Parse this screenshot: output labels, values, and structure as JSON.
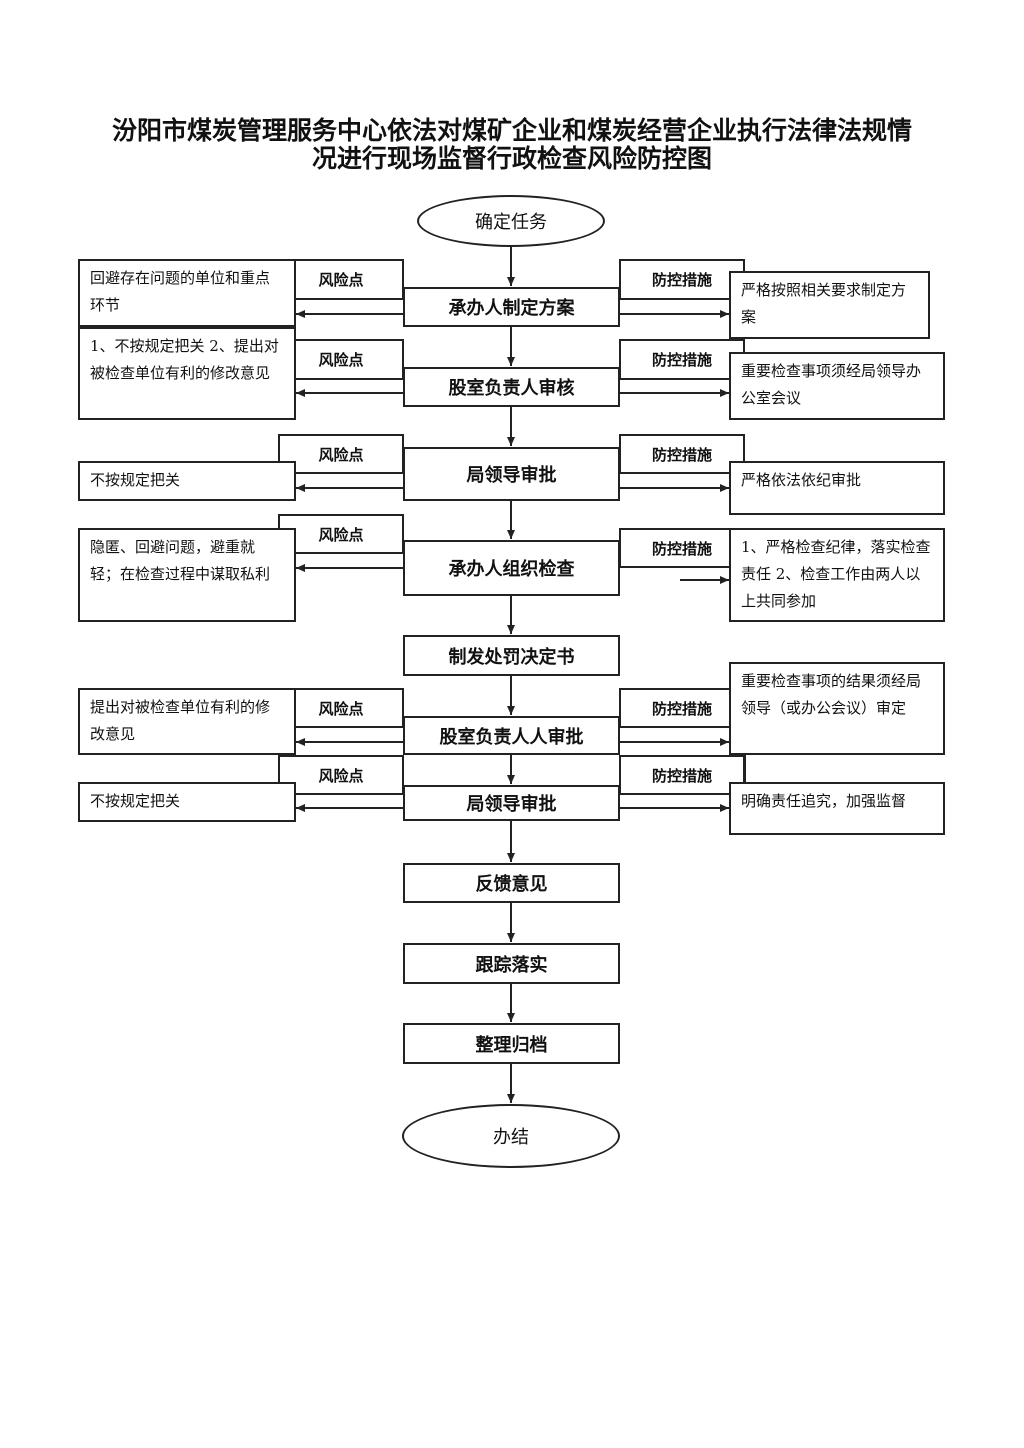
{
  "title": {
    "line1": "汾阳市煤炭管理服务中心依法对煤矿企业和煤炭经营企业执行法律法规情",
    "line2": "况进行现场监督行政检查风险防控图"
  },
  "start": "确定任务",
  "end": "办结",
  "labels": {
    "risk": "风险点",
    "control": "防控措施"
  },
  "steps": [
    {
      "label": "承办人制定方案",
      "risk": "回避存在问题的单位和重点环节",
      "control": "严格按照相关要求制定方案"
    },
    {
      "label": "股室负责人审核",
      "risk": "1、不按规定把关 2、提出对被检查单位有利的修改意见",
      "control": "重要检查事项须经局领导办公室会议"
    },
    {
      "label": "局领导审批",
      "risk": "不按规定把关",
      "control": "严格依法依纪审批"
    },
    {
      "label": "承办人组织检查",
      "risk": "隐匿、回避问题，避重就轻；在检查过程中谋取私利",
      "control": "1、严格检查纪律，落实检查责任 2、检查工作由两人以上共同参加"
    },
    {
      "label": "制发处罚决定书"
    },
    {
      "label": "股室负责人人审批",
      "risk": "提出对被检查单位有利的修改意见",
      "control": "重要检查事项的结果须经局领导（或办公会议）审定"
    },
    {
      "label": "局领导审批",
      "risk": "不按规定把关",
      "control": "明确责任追究，加强监督"
    },
    {
      "label": "反馈意见"
    },
    {
      "label": "跟踪落实"
    },
    {
      "label": "整理归档"
    }
  ]
}
